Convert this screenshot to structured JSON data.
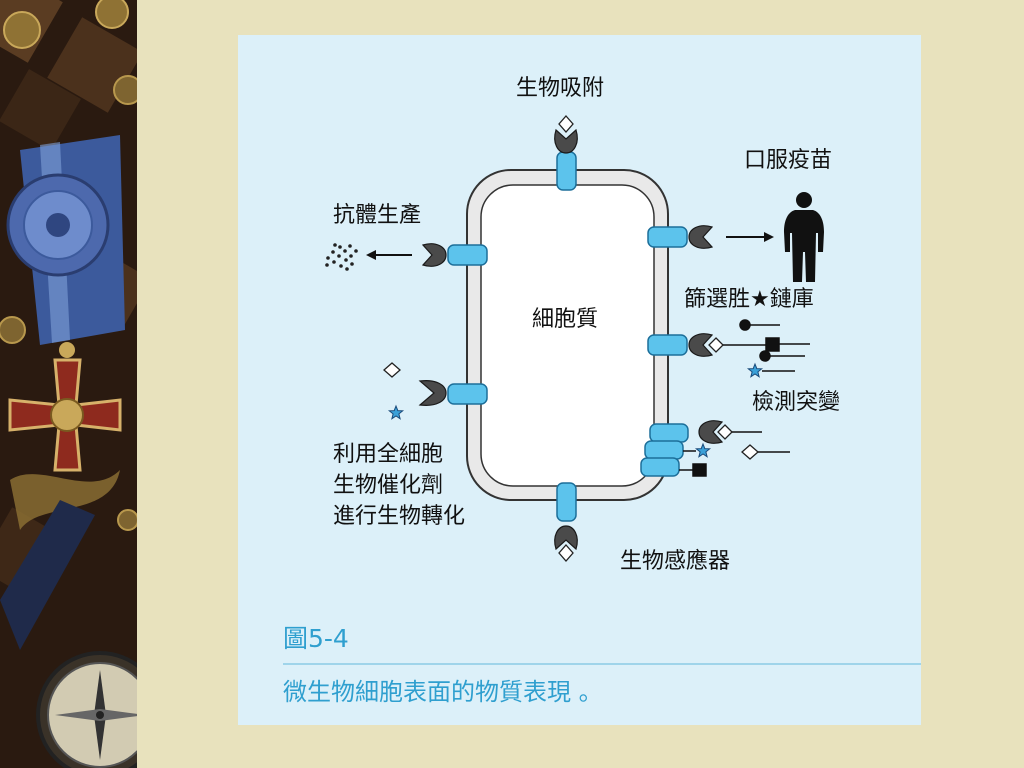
{
  "figure": {
    "labels": {
      "biosorption": "生物吸附",
      "oral_vaccine": "口服疫苗",
      "antibody_production": "抗體生產",
      "peptide_library_screening": "篩選胜★鏈庫",
      "cytoplasm": "細胞質",
      "mutation_detection": "檢測突變",
      "whole_cell_biocatalysis": [
        "利用全細胞",
        "生物催化劑",
        "進行生物轉化"
      ],
      "biosensor": "生物感應器"
    },
    "caption_number": "圖5-4",
    "caption_text": "微生物細胞表面的物質表現 。"
  },
  "colors": {
    "slide_bg": "#e8e2bd",
    "panel_bg": "#dcf0f9",
    "caption": "#2f9fcf",
    "membrane_protein": "#5cc3ec",
    "receptor": "#4a4a4a",
    "star": "#3aa0d8"
  }
}
